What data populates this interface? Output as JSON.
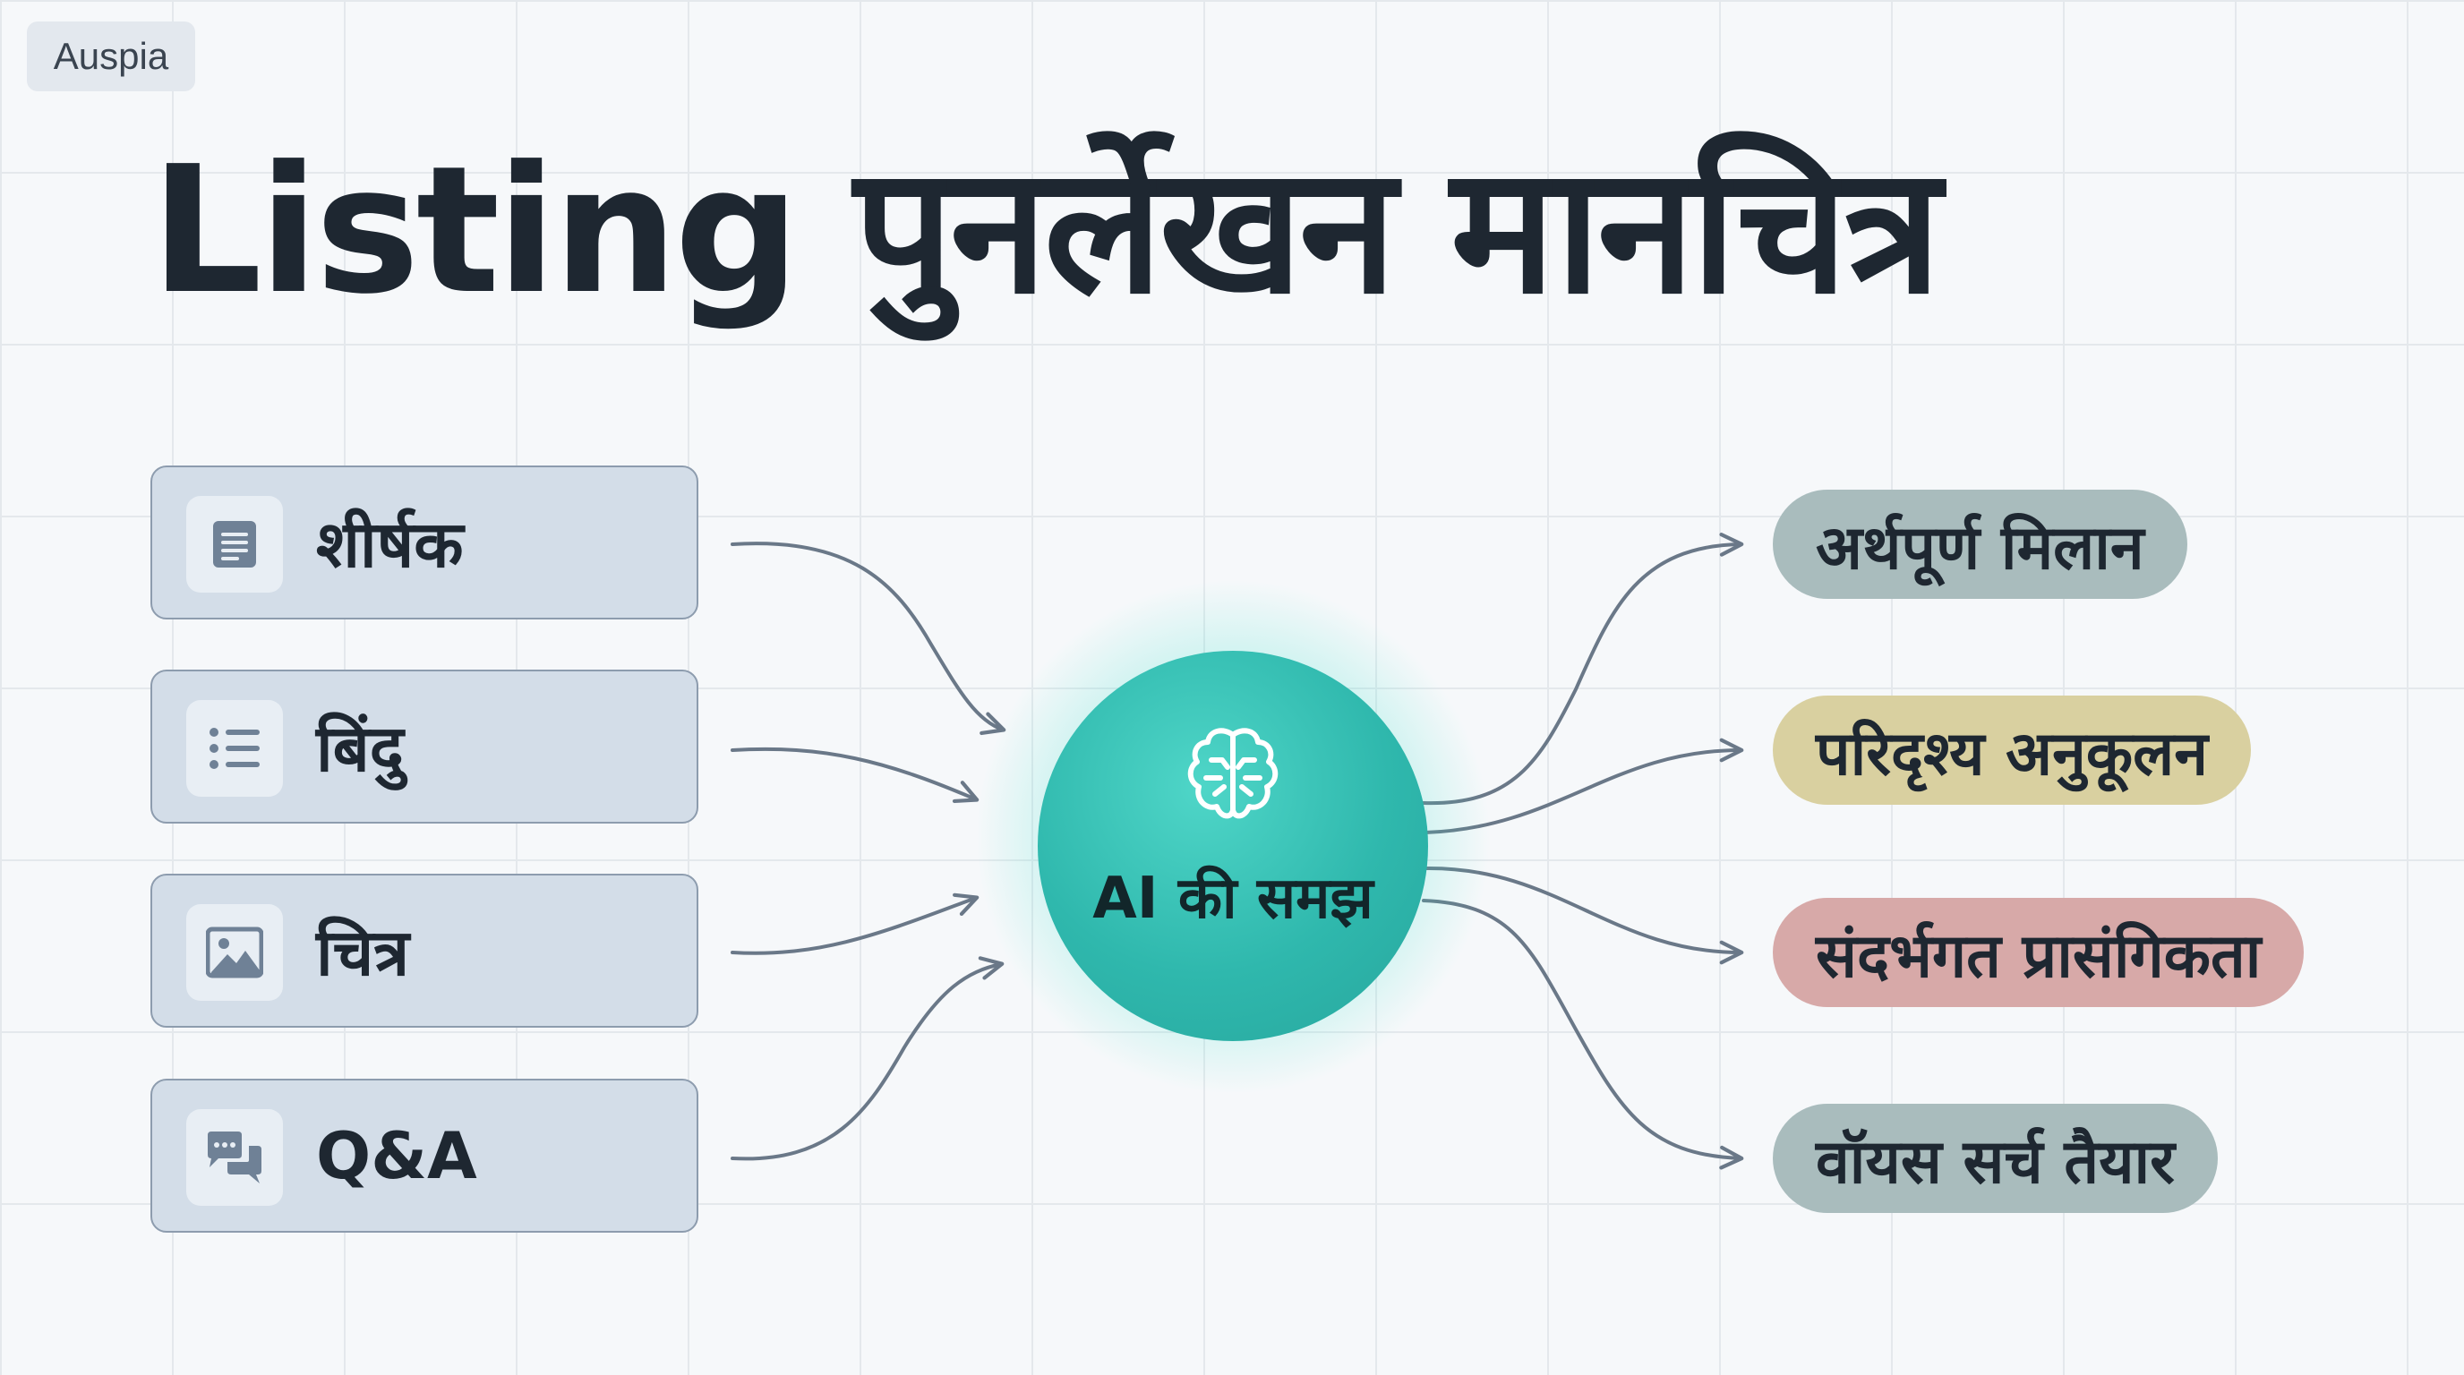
{
  "brand": {
    "name": "Auspia"
  },
  "title": "Listing पुनर्लेखन मानचित्र",
  "inputs": [
    {
      "label": "शीर्षक",
      "icon": "document-icon"
    },
    {
      "label": "बिंदु",
      "icon": "bullet-list-icon"
    },
    {
      "label": "चित्र",
      "icon": "image-icon"
    },
    {
      "label": "Q&A",
      "icon": "chat-bubbles-icon"
    }
  ],
  "hub": {
    "label": "AI की समझ",
    "icon": "brain-icon",
    "color": "#2fb8ad"
  },
  "outputs": [
    {
      "label": "अर्थपूर्ण मिलान",
      "color": "#a9bcbd"
    },
    {
      "label": "परिदृश्य अनुकूलन",
      "color": "#d9d0a0"
    },
    {
      "label": "संदर्भगत प्रासंगिकता",
      "color": "#d7a9a8"
    },
    {
      "label": "वॉयस सर्च तैयार",
      "color": "#a9bcbd"
    }
  ],
  "colors": {
    "card_fill": "#d3dde8",
    "card_border": "#8d9cae",
    "icon_color": "#6f8196",
    "connector": "#6a7888",
    "title": "#1e2731"
  }
}
